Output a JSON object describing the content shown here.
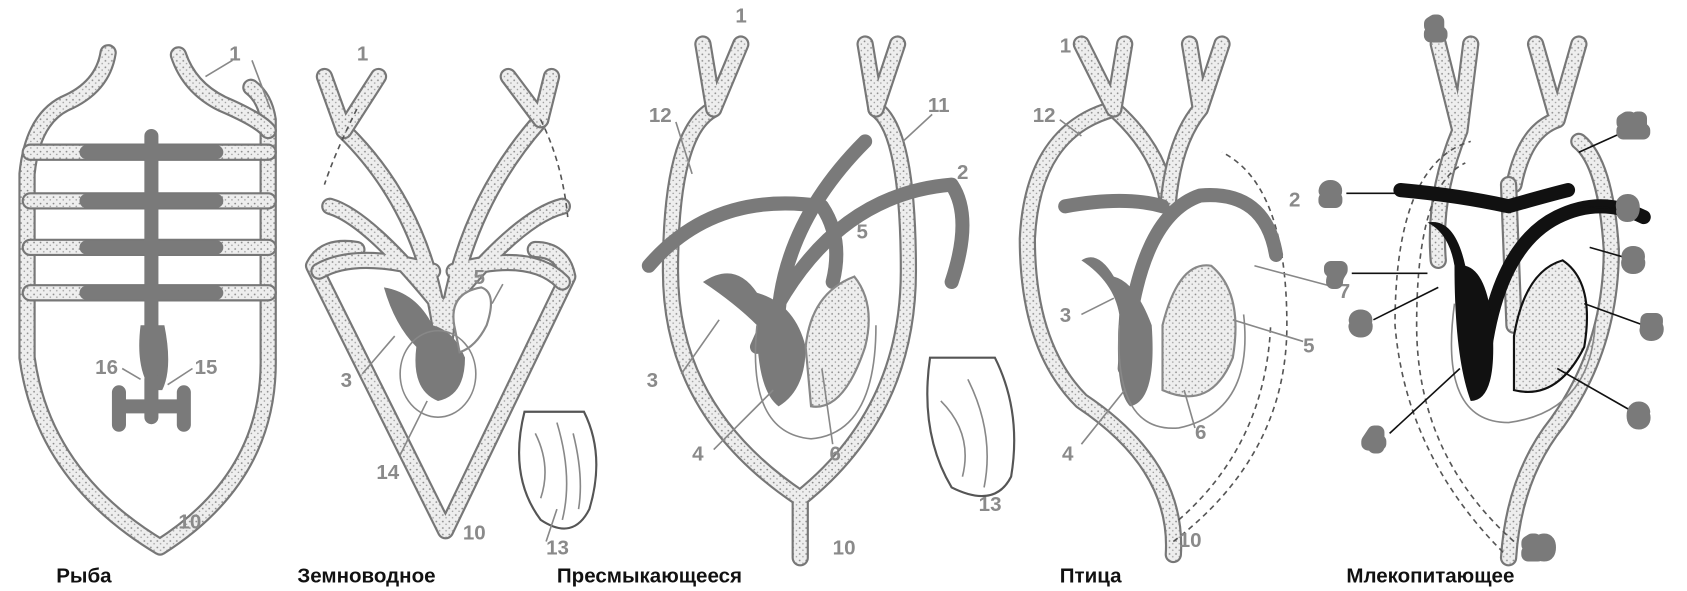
{
  "diagrams": [
    {
      "caption": "Рыба",
      "labels": [
        "1",
        "16",
        "15",
        "10"
      ]
    },
    {
      "caption": "Земноводное",
      "labels": [
        "1",
        "5",
        "3",
        "14",
        "10",
        "13"
      ]
    },
    {
      "caption": "Пресмыкающееся",
      "labels": [
        "1",
        "12",
        "11",
        "2",
        "5",
        "3",
        "4",
        "6",
        "13",
        "10"
      ]
    },
    {
      "caption": "Птица",
      "labels": [
        "1",
        "12",
        "2",
        "7",
        "5",
        "3",
        "4",
        "6",
        "10"
      ]
    },
    {
      "caption": "Млекопитающее",
      "labels": [
        "1",
        "11",
        "9",
        "2",
        "7",
        "8",
        "3",
        "5",
        "4",
        "6",
        "10"
      ]
    }
  ]
}
